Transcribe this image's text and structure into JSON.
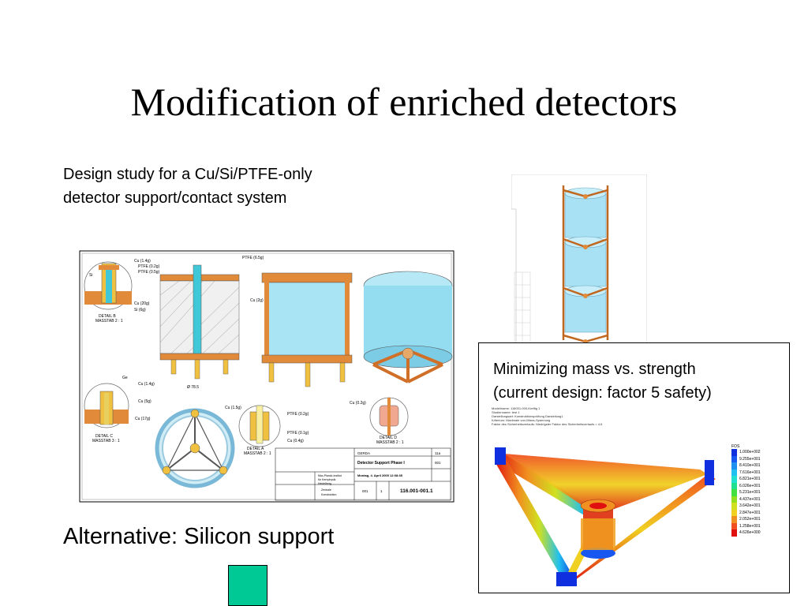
{
  "slide": {
    "title": "Modification of enriched detectors",
    "caption_lines": [
      "Design study for a Cu/Si/PTFE-only",
      "detector support/contact system"
    ],
    "alternative": "Alternative: Silicon support",
    "colors": {
      "square": "#00c995"
    }
  },
  "drawing": {
    "labels": {
      "cu_top": "Cu (1.4g)",
      "ptfe_a": "PTFE (0.2g)",
      "ptfe_b": "PTFE (0.5g)",
      "si": "Si",
      "cu_20": "Cu (20g)",
      "si_6": "Si (6g)",
      "detail_b": "DETAIL B",
      "massstab_b": "MASSTAB 2 : 1",
      "ptfe_top": "PTFE (6.5g)",
      "cu_2": "Cu (2g)",
      "dim": "Ø 78.5",
      "ge": "Ge",
      "cu_14b": "Cu (1.4g)",
      "cu_5": "Cu (5g)",
      "cu_17": "Cu (17g)",
      "detail_c": "DETAIL C",
      "massstab_c": "MASSTAB 3 : 1",
      "cu_15": "Cu (1.5g)",
      "ptfe_02": "PTFE (0.2g)",
      "ptfe_01": "PTFE (0.1g)",
      "cu_04": "Cu (0.4g)",
      "detail_a": "DETAIL A",
      "massstab_a": "MASSTAB 2 : 1",
      "cu_02": "Cu (0.2g)",
      "detail_d": "DETAIL D",
      "massstab_d": "MASSTAB 2 : 1",
      "tb_project": "GERDA",
      "tb_name": "Detector Support Phase I",
      "tb_inst1": "Max-Planck-Institut",
      "tb_inst2": "für Kernphysik",
      "tb_inst3": "Heidelberg",
      "tb_zentrale": "Zentrale",
      "tb_konstr": "Konstruktion",
      "tb_date": "Montag, 4. April 2005 12:08:35",
      "tb_number": "116.001-001.1",
      "tb_code1": "001",
      "tb_code2": "1",
      "tb_sheet": "11a",
      "tb_rev": "001"
    }
  },
  "fea": {
    "title_lines": [
      "Minimizing mass vs. strength",
      "(current design: factor 5 safety)"
    ],
    "meta_lines": [
      "Modellname: 116001-000-Kreftig 1",
      "Studienname: test 1",
      "Darstellungsart: Konstruktionsprüfung Darstellung1",
      "Kriterium: Maximale von-Mises-Spannung",
      "Faktor des Sicherheitsverlaufs: Niedrigster Faktor des Sicherheitsverlaufs = 4.6"
    ],
    "legend": {
      "title": "FOS",
      "entries": [
        {
          "label": "1.000e+002",
          "color": "#1030e0"
        },
        {
          "label": "9.255e+001",
          "color": "#1858f0"
        },
        {
          "label": "8.410e+001",
          "color": "#2090f0"
        },
        {
          "label": "7.616e+001",
          "color": "#20c0f0"
        },
        {
          "label": "6.821e+001",
          "color": "#20e0d0"
        },
        {
          "label": "6.026e+001",
          "color": "#20e090"
        },
        {
          "label": "5.231e+001",
          "color": "#40e040"
        },
        {
          "label": "4.437e+001",
          "color": "#90e020"
        },
        {
          "label": "3.642e+001",
          "color": "#d0e020"
        },
        {
          "label": "2.847e+001",
          "color": "#f0d020"
        },
        {
          "label": "2.052e+001",
          "color": "#f09020"
        },
        {
          "label": "1.258e+001",
          "color": "#f05020"
        },
        {
          "label": "4.626e+000",
          "color": "#e01010"
        }
      ]
    }
  }
}
